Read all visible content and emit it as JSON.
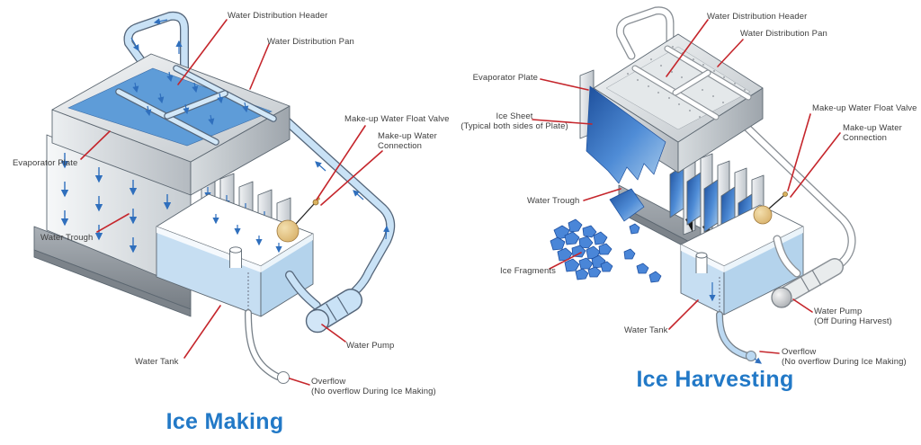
{
  "colors": {
    "leader_red": "#c5262c",
    "title_blue": "#2279c7",
    "label_gray": "#3e3e3e",
    "water_blue": "#5e9cd8",
    "pipe_blue": "#c9e2f6",
    "tank_blue": "#c6def2",
    "ice_blue": "#4a86d8",
    "float_tan": "#e9cd96"
  },
  "left_panel": {
    "title": "Ice Making",
    "labels": {
      "water_distribution_header": "Water Distribution Header",
      "water_distribution_pan": "Water Distribution Pan",
      "make_up_water_float_valve": "Make-up Water Float Valve",
      "make_up_water_line1": "Make-up Water",
      "make_up_water_line2": "Connection",
      "evaporator_plate": "Evaporator Plate",
      "water_trough": "Water Trough",
      "water_tank": "Water Tank",
      "water_pump": "Water Pump",
      "overflow_line1": "Overflow",
      "overflow_line2": "(No overflow During Ice Making)"
    }
  },
  "right_panel": {
    "title": "Ice Harvesting",
    "labels": {
      "water_distribution_header": "Water Distribution Header",
      "water_distribution_pan": "Water Distribution Pan",
      "evaporator_plate": "Evaporator Plate",
      "ice_sheet_line1": "Ice Sheet",
      "ice_sheet_line2": "(Typical both sides of Plate)",
      "water_trough": "Water Trough",
      "make_up_water_float_valve": "Make-up Water Float Valve",
      "make_up_water_line1": "Make-up Water",
      "make_up_water_line2": "Connection",
      "ice_fragments": "Ice Fragments",
      "water_tank": "Water Tank",
      "water_pump_line1": "Water Pump",
      "water_pump_line2": "(Off During Harvest)",
      "overflow_line1": "Overflow",
      "overflow_line2": "(No overflow During Ice Making)"
    }
  }
}
